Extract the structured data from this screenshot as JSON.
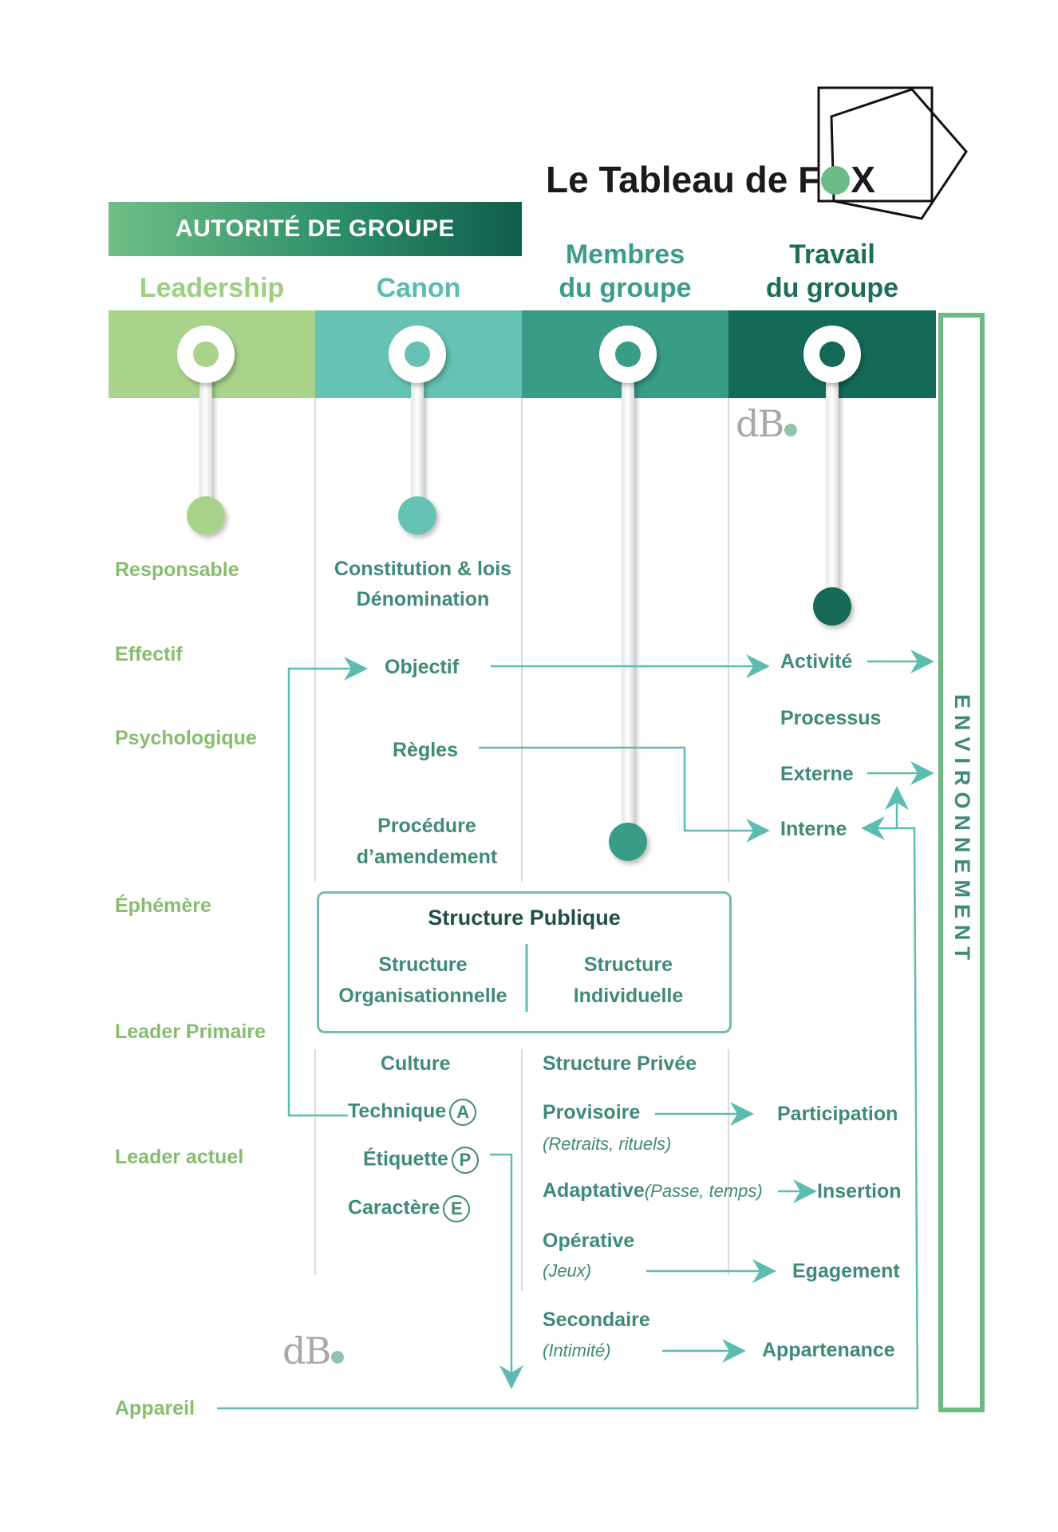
{
  "title": "Le Tableau de FOX",
  "title_prefix": "Le Tableau de F",
  "title_suffix": "X",
  "authority": "AUTORITÉ DE GROUPE",
  "columns": {
    "leadership": "Leadership",
    "canon": "Canon",
    "members_1": "Membres",
    "members_2": "du groupe",
    "work_1": "Travail",
    "work_2": "du groupe"
  },
  "colors": {
    "leadership": "#a9d38b",
    "canon": "#66c2b2",
    "members": "#389c87",
    "work": "#146a57",
    "line": "#5dbcb0"
  },
  "logo": "dB",
  "left": {
    "responsable": "Responsable",
    "effectif": "Effectif",
    "psychologique": "Psychologique",
    "ephemere": "Éphémère",
    "leader_primaire": "Leader Primaire",
    "leader_actuel": "Leader actuel",
    "appareil": "Appareil"
  },
  "canon": {
    "constitution": "Constitution & lois",
    "denomination": "Dénomination",
    "objectif": "Objectif",
    "regles": "Règles",
    "procedure_1": "Procédure",
    "procedure_2": "d’amendement"
  },
  "work": {
    "activite": "Activité",
    "processus": "Processus",
    "externe": "Externe",
    "interne": "Interne"
  },
  "public_structure": {
    "title": "Structure Publique",
    "org_1": "Structure",
    "org_2": "Organisationnelle",
    "ind_1": "Structure",
    "ind_2": "Individuelle"
  },
  "culture": {
    "title": "Culture",
    "technique": "Technique",
    "technique_badge": "A",
    "etiquette": "Étiquette",
    "etiquette_badge": "P",
    "caractere": "Caractère",
    "caractere_badge": "E"
  },
  "private_structure": {
    "title": "Structure Privée",
    "provisoire": "Provisoire",
    "provisoire_note": "(Retraits, rituels)",
    "adaptative": "Adaptative",
    "adaptative_note": "(Passe, temps)",
    "operative": "Opérative",
    "operative_note": "(Jeux)",
    "secondaire": "Secondaire",
    "secondaire_note": "(Intimité)"
  },
  "outcomes": {
    "participation": "Participation",
    "insertion": "Insertion",
    "egagement": "Egagement",
    "appartenance": "Appartenance"
  },
  "environment": "ENVIRONNEMENT"
}
